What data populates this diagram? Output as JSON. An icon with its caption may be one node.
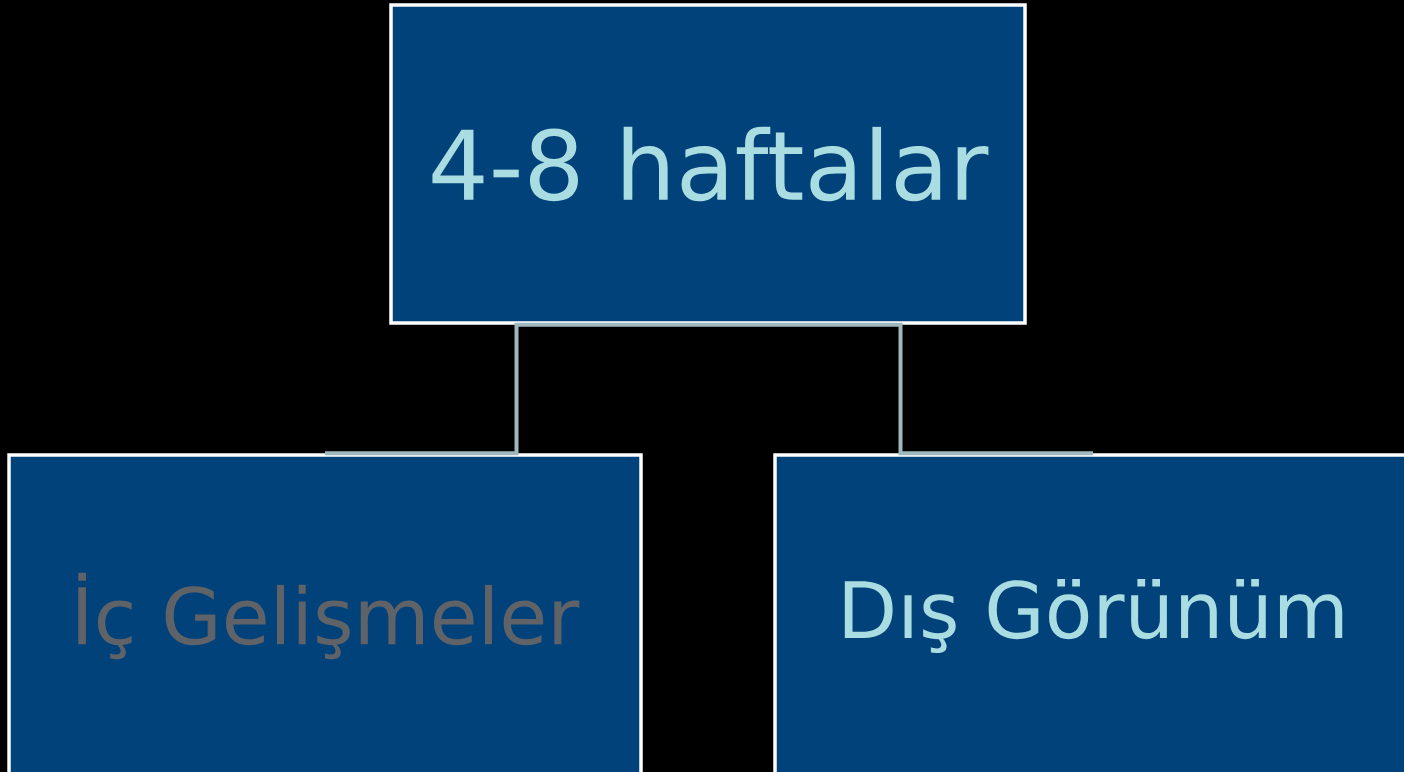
{
  "diagram": {
    "nodes": [
      {
        "text": [
          "4-8 haftalar"
        ]
      },
      {
        "text": [
          "İç Gelişmeler"
        ]
      },
      {
        "text": [
          "Dış Görünüm"
        ]
      }
    ],
    "edges": [
      {
        "from": 0,
        "to": 1,
        "arrow": "none"
      },
      {
        "from": 0,
        "to": 2,
        "arrow": "none"
      }
    ]
  }
}
